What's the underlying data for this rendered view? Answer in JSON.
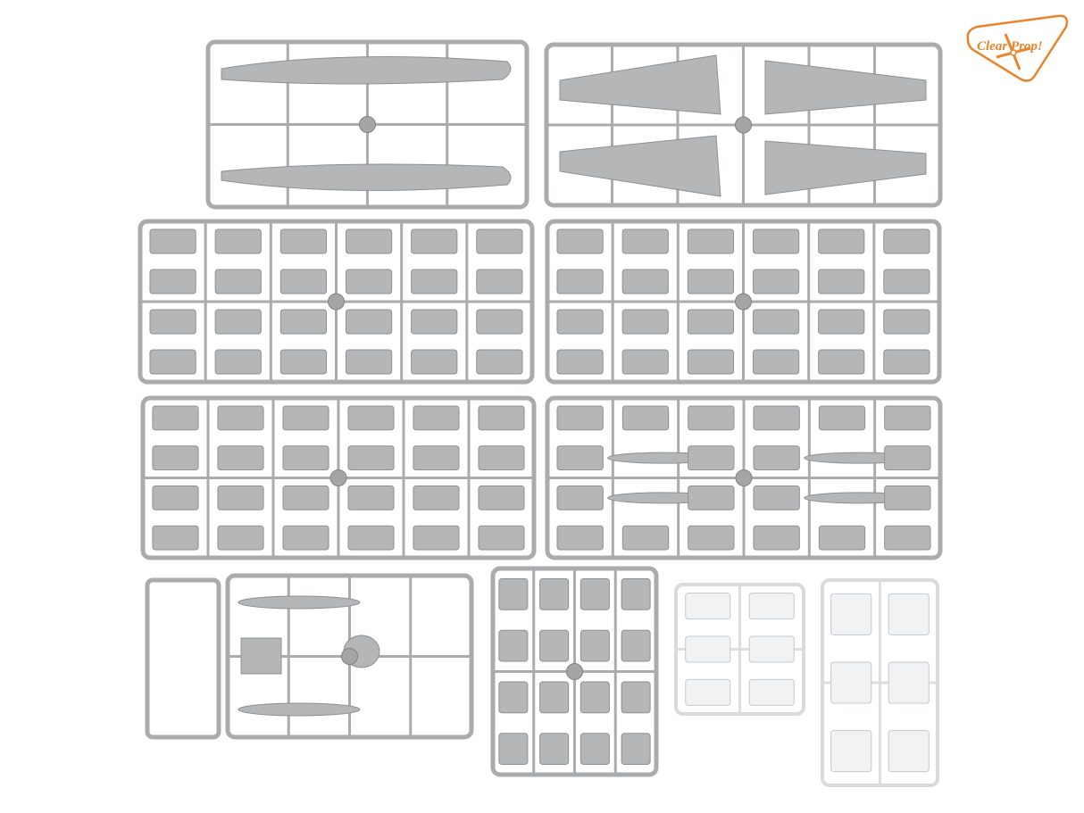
{
  "logo": {
    "brand_text": "Clear Prop!",
    "color": "#e8842a"
  },
  "colors": {
    "background": "#ffffff",
    "plastic_grey": "#b4b6b8",
    "sprue_grey": "#a9abad",
    "clear_plastic": "#f1f2f3"
  },
  "sprues": [
    {
      "id": "fuselage-sprue",
      "material": "grey"
    },
    {
      "id": "wing-sprue",
      "material": "grey"
    },
    {
      "id": "detail-sprue-1",
      "material": "grey"
    },
    {
      "id": "detail-sprue-2",
      "material": "grey"
    },
    {
      "id": "tail-sprue",
      "material": "grey"
    },
    {
      "id": "nacelle-sprue",
      "material": "grey"
    },
    {
      "id": "tank-sprue",
      "material": "grey"
    },
    {
      "id": "small-parts-sprue",
      "material": "grey"
    },
    {
      "id": "clear-sprue-small",
      "material": "clear"
    },
    {
      "id": "clear-sprue-large",
      "material": "clear"
    }
  ]
}
